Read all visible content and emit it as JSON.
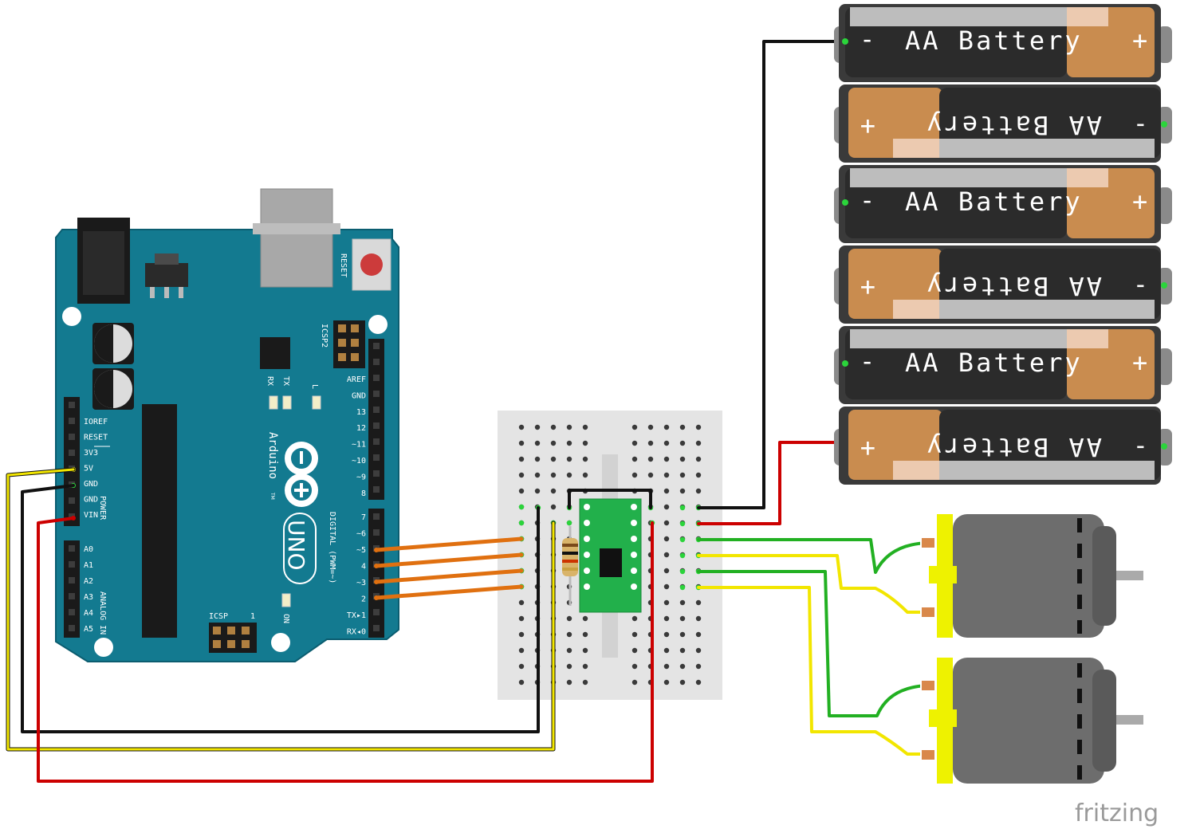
{
  "colors": {
    "arduino_board": "#137a90",
    "arduino_edge": "#0b5d70",
    "breadboard": "#e4e4e4",
    "driver_pcb": "#22b04b",
    "battery_dark": "#2b2b2b",
    "battery_copper": "#c98c4f",
    "motor_body": "#6d6d6d",
    "motor_cap": "#eef200",
    "wire_black": "#111111",
    "wire_red": "#cc0000",
    "wire_yellow": "#f2e600",
    "wire_green": "#22b022",
    "wire_orange": "#e07010",
    "fritzing_text": "#9a9a9a"
  },
  "arduino": {
    "brand": "Arduino",
    "trademark": "TM",
    "model": "UNO",
    "reset_label": "RESET",
    "icsp2_label": "ICSP2",
    "icsp_label": "ICSP",
    "icsp_pin1": "1",
    "tx_label": "TX",
    "rx_label": "RX",
    "l_label": "L",
    "on_label": "ON",
    "power_header_label": "POWER",
    "analog_header_label": "ANALOG IN",
    "digital_header_label": "DIGITAL (PWM=~)",
    "power_pins": [
      "IOREF",
      "RESET",
      "3V3",
      "5V",
      "GND",
      "GND",
      "VIN"
    ],
    "analog_pins": [
      "A0",
      "A1",
      "A2",
      "A3",
      "A4",
      "A5"
    ],
    "digital_upper_pins": [
      "AREF",
      "GND",
      "13",
      "12",
      "~11",
      "~10",
      "~9",
      "8"
    ],
    "digital_lower_pins": [
      "7",
      "~6",
      "~5",
      "4",
      "~3",
      "2",
      "TX▸1",
      "RX◂0"
    ]
  },
  "batteries": [
    {
      "label": "AA Battery",
      "neg": "-",
      "pos": "+",
      "flipped": false
    },
    {
      "label": "AA Battery",
      "neg": "-",
      "pos": "+",
      "flipped": true
    },
    {
      "label": "AA Battery",
      "neg": "-",
      "pos": "+",
      "flipped": false
    },
    {
      "label": "AA Battery",
      "neg": "-",
      "pos": "+",
      "flipped": true
    },
    {
      "label": "AA Battery",
      "neg": "-",
      "pos": "+",
      "flipped": false
    },
    {
      "label": "AA Battery",
      "neg": "-",
      "pos": "+",
      "flipped": true
    }
  ],
  "motors": [
    {
      "icon": "dc-motor-icon"
    },
    {
      "icon": "dc-motor-icon"
    }
  ],
  "watermark": "fritzing"
}
